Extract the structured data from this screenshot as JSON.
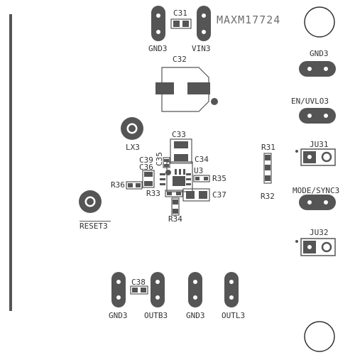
{
  "board": {
    "part_name": "MAXM17724"
  },
  "labels": {
    "c31": "C31",
    "gnd3_top": "GND3",
    "vin3": "VIN3",
    "c32": "C32",
    "gnd3_right": "GND3",
    "en_uvlo3": "EN/UVLO3",
    "lx3": "LX3",
    "c33": "C33",
    "c35": "C35",
    "c34": "C34",
    "c39": "C39",
    "c36": "C36",
    "u3": "U3",
    "r35": "R35",
    "r36": "R36",
    "r33": "R33",
    "c37": "C37",
    "r34": "R34",
    "r31": "R31",
    "r32": "R32",
    "ju31": "JU31",
    "mode_sync3": "MODE/SYNC3",
    "ju32": "JU32",
    "reset3": "RESET3",
    "c38": "C38",
    "gnd3_bottom_left": "GND3",
    "outb3": "OUTB3",
    "gnd3_bottom_mid": "GND3",
    "outl3": "OUTL3"
  }
}
